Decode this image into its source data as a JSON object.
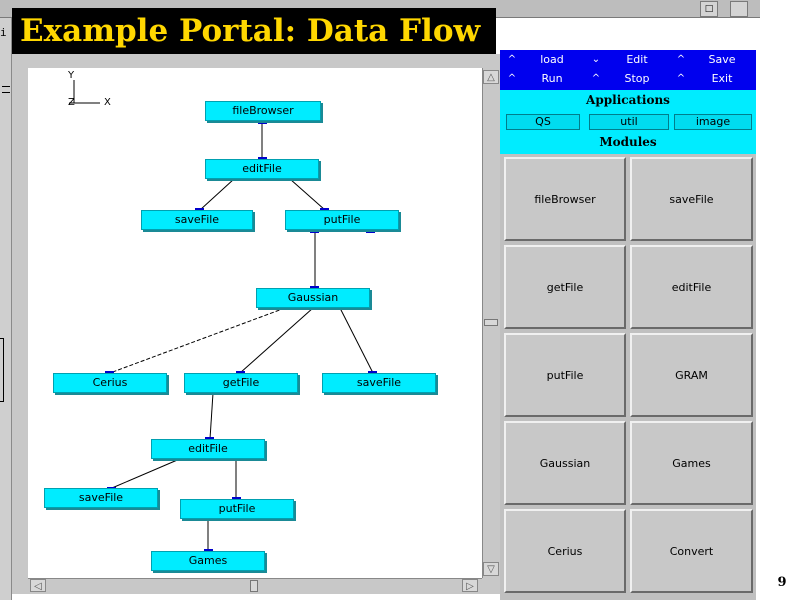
{
  "slide": {
    "title": "Example Portal: Data Flow",
    "page_number": "9"
  },
  "window": {
    "left_fragment": "i",
    "icon_small": "□",
    "icon_box": ""
  },
  "canvas": {
    "axes": {
      "y": "Y",
      "z": "Z",
      "x": "X"
    },
    "nodes": [
      "fileBrowser",
      "editFile",
      "saveFile",
      "putFile",
      "Gaussian",
      "Cerius",
      "getFile",
      "saveFile",
      "editFile",
      "saveFile",
      "putFile",
      "Games"
    ]
  },
  "menu": {
    "row1": [
      "load",
      "Edit",
      "Save"
    ],
    "row2": [
      "Run",
      "Stop",
      "Exit"
    ]
  },
  "applications": {
    "heading": "Applications",
    "buttons": [
      "QS",
      "util",
      "image"
    ]
  },
  "modules": {
    "heading": "Modules",
    "items": [
      "fileBrowser",
      "saveFile",
      "getFile",
      "editFile",
      "putFile",
      "GRAM",
      "Gaussian",
      "Games",
      "Cerius",
      "Convert"
    ]
  }
}
